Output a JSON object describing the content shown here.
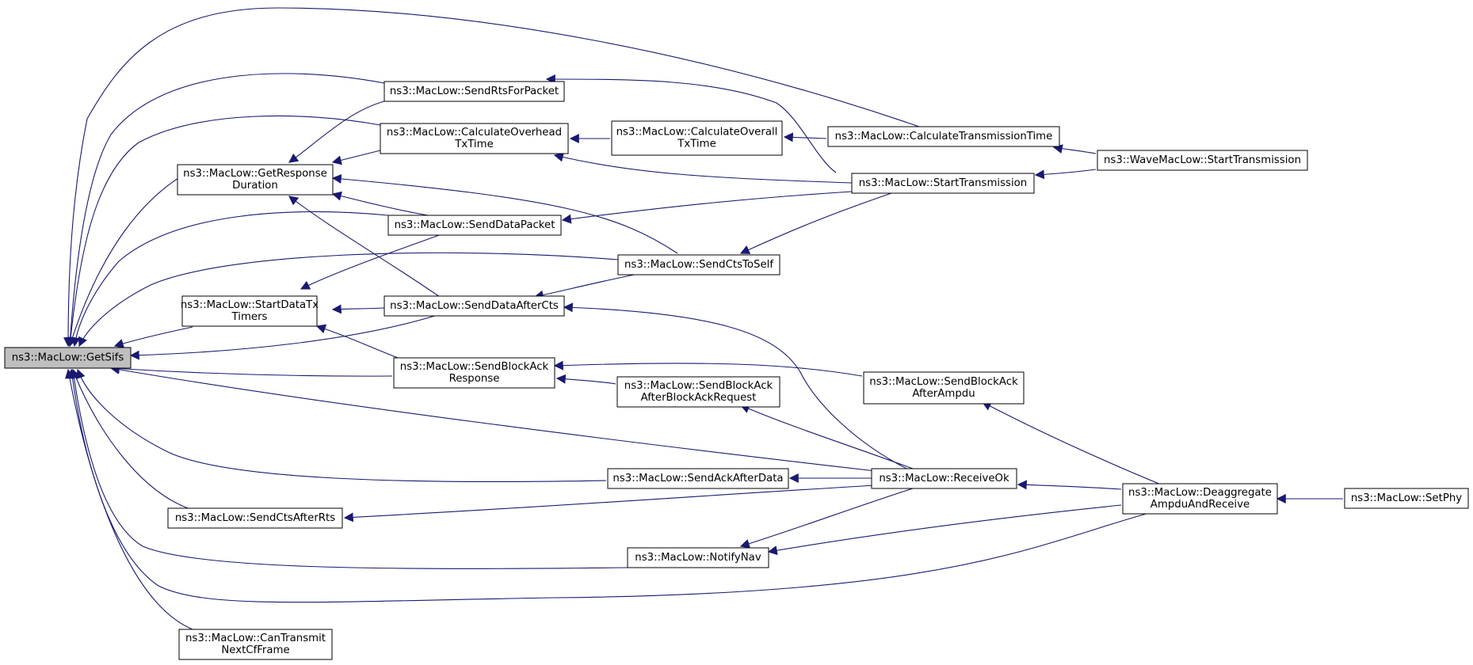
{
  "colors": {
    "edge": "#191970",
    "root_fill": "#bfbfbf",
    "node_fill": "#ffffff",
    "node_border": "#000000"
  },
  "nodes": {
    "getsifs": {
      "lines": [
        "ns3::MacLow::GetSifs"
      ]
    },
    "getresponseduration": {
      "lines": [
        "ns3::MacLow::GetResponse",
        "Duration"
      ]
    },
    "startdatatxtimers": {
      "lines": [
        "ns3::MacLow::StartDataTx",
        "Timers"
      ]
    },
    "sendctsafterrts": {
      "lines": [
        "ns3::MacLow::SendCtsAfterRts"
      ]
    },
    "cantransmitnextcfframe": {
      "lines": [
        "ns3::MacLow::CanTransmit",
        "NextCfFrame"
      ]
    },
    "sendrtsforpacket": {
      "lines": [
        "ns3::MacLow::SendRtsForPacket"
      ]
    },
    "calculateoverheadtxtime": {
      "lines": [
        "ns3::MacLow::CalculateOverhead",
        "TxTime"
      ]
    },
    "senddatapacket": {
      "lines": [
        "ns3::MacLow::SendDataPacket"
      ]
    },
    "senddataaftercts": {
      "lines": [
        "ns3::MacLow::SendDataAfterCts"
      ]
    },
    "sendblockackresponse": {
      "lines": [
        "ns3::MacLow::SendBlockAck",
        "Response"
      ]
    },
    "calculateoveralltxtime": {
      "lines": [
        "ns3::MacLow::CalculateOverall",
        "TxTime"
      ]
    },
    "sendctstoself": {
      "lines": [
        "ns3::MacLow::SendCtsToSelf"
      ]
    },
    "sendblockackafterblockackrequest": {
      "lines": [
        "ns3::MacLow::SendBlockAck",
        "AfterBlockAckRequest"
      ]
    },
    "sendackafterdata": {
      "lines": [
        "ns3::MacLow::SendAckAfterData"
      ]
    },
    "notifynav": {
      "lines": [
        "ns3::MacLow::NotifyNav"
      ]
    },
    "calculatetransmissiontime": {
      "lines": [
        "ns3::MacLow::CalculateTransmissionTime"
      ]
    },
    "starttransmission": {
      "lines": [
        "ns3::MacLow::StartTransmission"
      ]
    },
    "sendblockackafterampdu": {
      "lines": [
        "ns3::MacLow::SendBlockAck",
        "AfterAmpdu"
      ]
    },
    "receiveok": {
      "lines": [
        "ns3::MacLow::ReceiveOk"
      ]
    },
    "wavemaclowstarttransmission": {
      "lines": [
        "ns3::WaveMacLow::StartTransmission"
      ]
    },
    "deaggregateampduandreceive": {
      "lines": [
        "ns3::MacLow::Deaggregate",
        "AmpduAndReceive"
      ]
    },
    "setphy": {
      "lines": [
        "ns3::MacLow::SetPhy"
      ]
    }
  }
}
